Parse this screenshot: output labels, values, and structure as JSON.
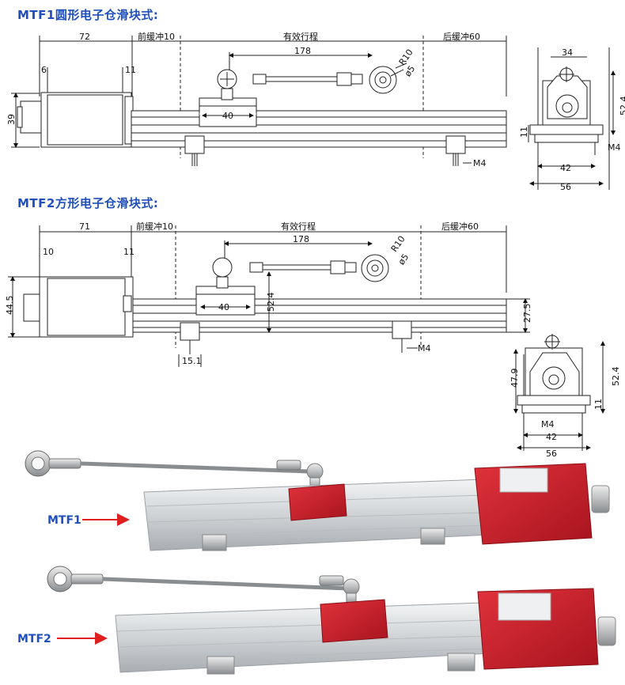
{
  "sections": {
    "mtf1_title": "MTF1圆形电子仓滑块式:",
    "mtf2_title": "MTF2方形电子仓滑块式:"
  },
  "mtf1": {
    "dim_72": "72",
    "front_buffer": "前缓冲10",
    "effective_travel": "有效行程",
    "rear_buffer": "后缓冲60",
    "dim_6": "6",
    "dim_11": "11",
    "dim_178": "178",
    "r10": "R10",
    "phi5": "ø5",
    "dim_40": "40",
    "dim_39": "39",
    "m4": "M4"
  },
  "mtf1_side": {
    "dim_34": "34",
    "dim_52_4": "52.4",
    "dim_11": "11",
    "m4": "M4",
    "dim_42": "42",
    "dim_56": "56"
  },
  "mtf2": {
    "dim_71": "71",
    "front_buffer": "前缓冲10",
    "effective_travel": "有效行程",
    "rear_buffer": "后缓冲60",
    "dim_10": "10",
    "dim_11": "11",
    "dim_178": "178",
    "r10": "R10",
    "phi5": "ø5",
    "dim_40": "40",
    "dim_52_4": "52.4",
    "dim_44_5": "44.5",
    "dim_27_5": "27.5",
    "dim_15_1": "15.1",
    "m4": "M4"
  },
  "mtf2_side": {
    "dim_47_9": "47.9",
    "dim_52_4": "52.4",
    "dim_11": "11",
    "m4": "M4",
    "dim_42": "42",
    "dim_56": "56"
  },
  "photo": {
    "mtf1_label": "MTF1",
    "mtf2_label": "MTF2",
    "arrow_color": "#e02020",
    "slider_color": "#c81e2a",
    "rail_color": "#d6d9dc"
  }
}
